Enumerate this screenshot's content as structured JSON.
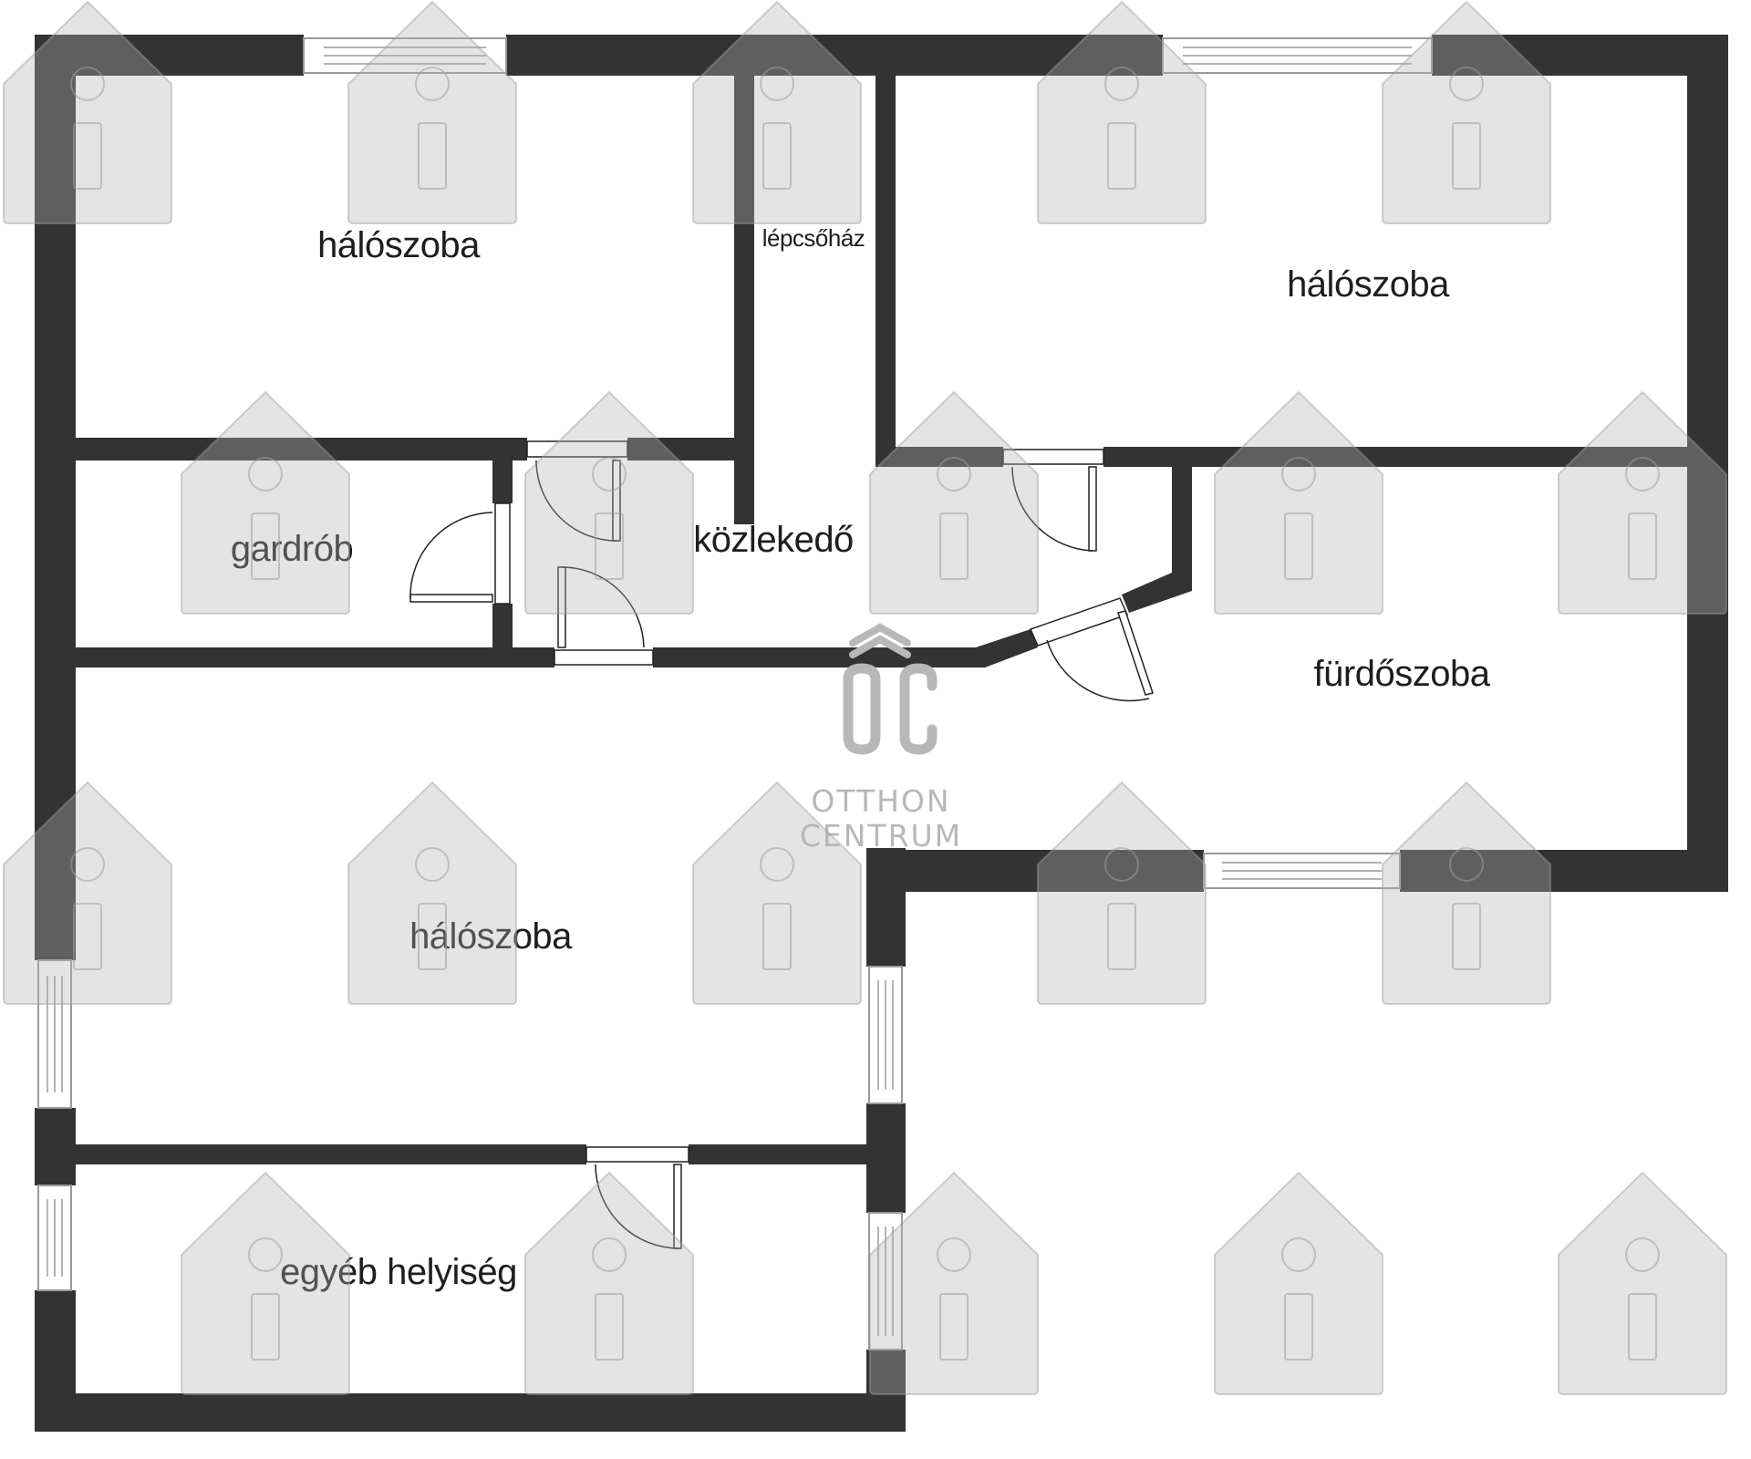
{
  "rooms": [
    {
      "id": "bedroom-1",
      "label": "hálószoba"
    },
    {
      "id": "stairwell",
      "label": "lépcsőház"
    },
    {
      "id": "bedroom-2",
      "label": "hálószoba"
    },
    {
      "id": "wardrobe",
      "label": "gardrób"
    },
    {
      "id": "hallway",
      "label": "közlekedő"
    },
    {
      "id": "bathroom",
      "label": "fürdőszoba"
    },
    {
      "id": "bedroom-3",
      "label": "hálószoba"
    },
    {
      "id": "other-room",
      "label": "egyéb helyiség"
    }
  ],
  "logo": {
    "monogram": "OC",
    "line1": "OTTHON",
    "line2": "CENTRUM"
  },
  "colors": {
    "wall": "#333333",
    "background": "#ffffff",
    "watermark": "#b3b3b3"
  },
  "watermark_icon": "house-info-icon"
}
